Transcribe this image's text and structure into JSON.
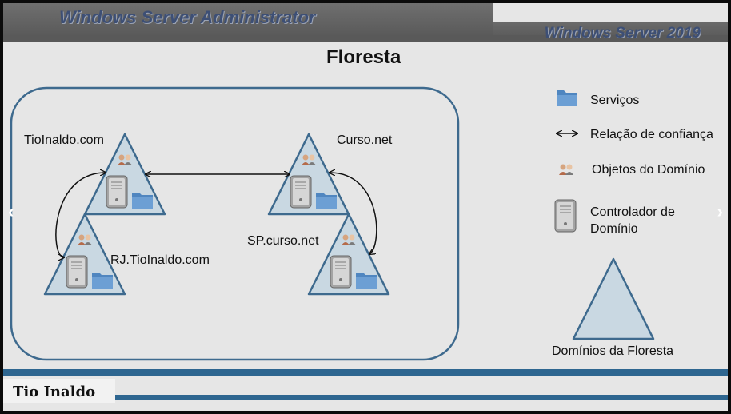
{
  "header": {
    "title": "Windows Server Administrator",
    "subtitle": "Windows Server 2019"
  },
  "slide_title": "Floresta",
  "domains": {
    "tioinaldo": "TioInaldo.com",
    "rj": "RJ.TioInaldo.com",
    "curso": "Curso.net",
    "sp": "SP.curso.net"
  },
  "legend": {
    "services": "Serviços",
    "trust": "Relação de confiança",
    "objects": "Objetos do Domínio",
    "controller": "Controlador de Domínio",
    "forest_domains": "Domínios da Floresta"
  },
  "footer": {
    "author": "Tio Inaldo"
  },
  "nav": {
    "prev": "‹",
    "next": "›"
  },
  "colors": {
    "triangle_fill": "#c9d8e2",
    "triangle_stroke": "#3e6a8e",
    "folder": "#5b8fc8",
    "server": "#9c9c9c",
    "accent": "#2e6690"
  }
}
